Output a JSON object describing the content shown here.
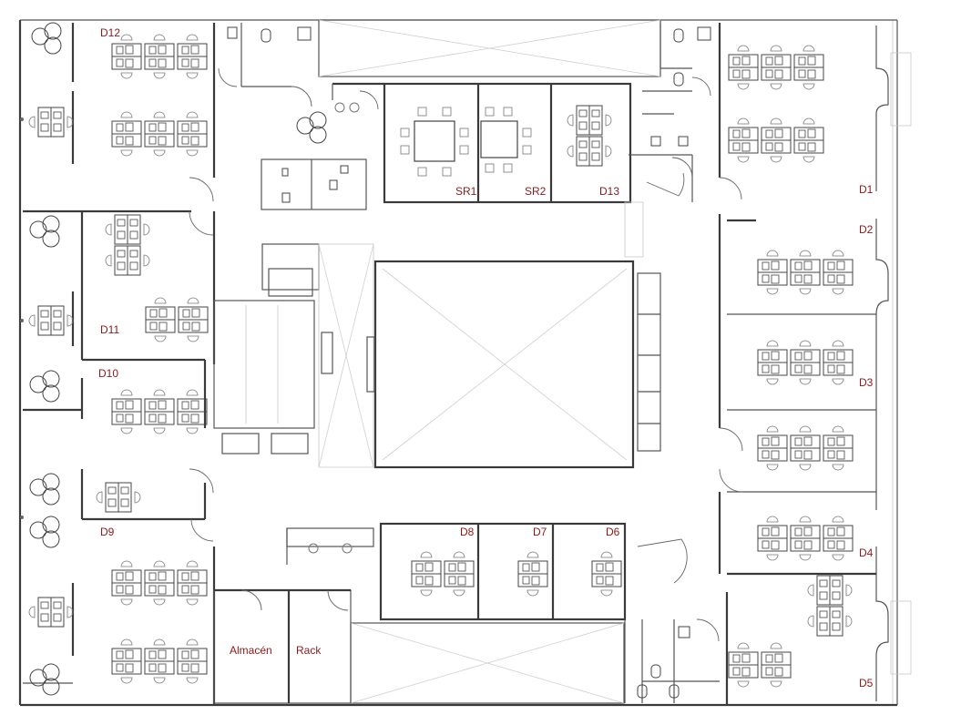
{
  "plan": {
    "rooms": {
      "D1": "D1",
      "D2": "D2",
      "D3": "D3",
      "D4": "D4",
      "D5": "D5",
      "D6": "D6",
      "D7": "D7",
      "D8": "D8",
      "D9": "D9",
      "D10": "D10",
      "D11": "D11",
      "D12": "D12",
      "D13": "D13",
      "SR1": "SR1",
      "SR2": "SR2",
      "almacen": "Almacén",
      "rack": "Rack"
    },
    "colors": {
      "label": "#8b1a1a",
      "wall": "#3a3a3a",
      "furniture": "#444444"
    }
  }
}
